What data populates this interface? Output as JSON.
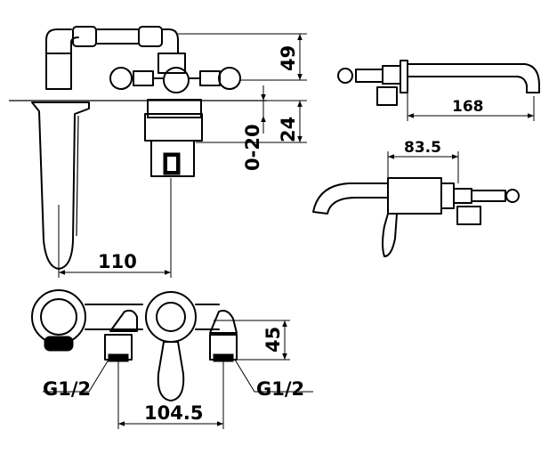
{
  "dimensions": {
    "height_top": "49",
    "height_mid": "24",
    "adjust_range": "0-20",
    "spout_reach_front": "110",
    "spout_reach_side": "168",
    "wall_depth": "83.5",
    "handle_depth": "45",
    "inlet_spacing": "104.5"
  },
  "threads": {
    "left_inlet": "G1/2",
    "right_inlet": "G1/2"
  }
}
